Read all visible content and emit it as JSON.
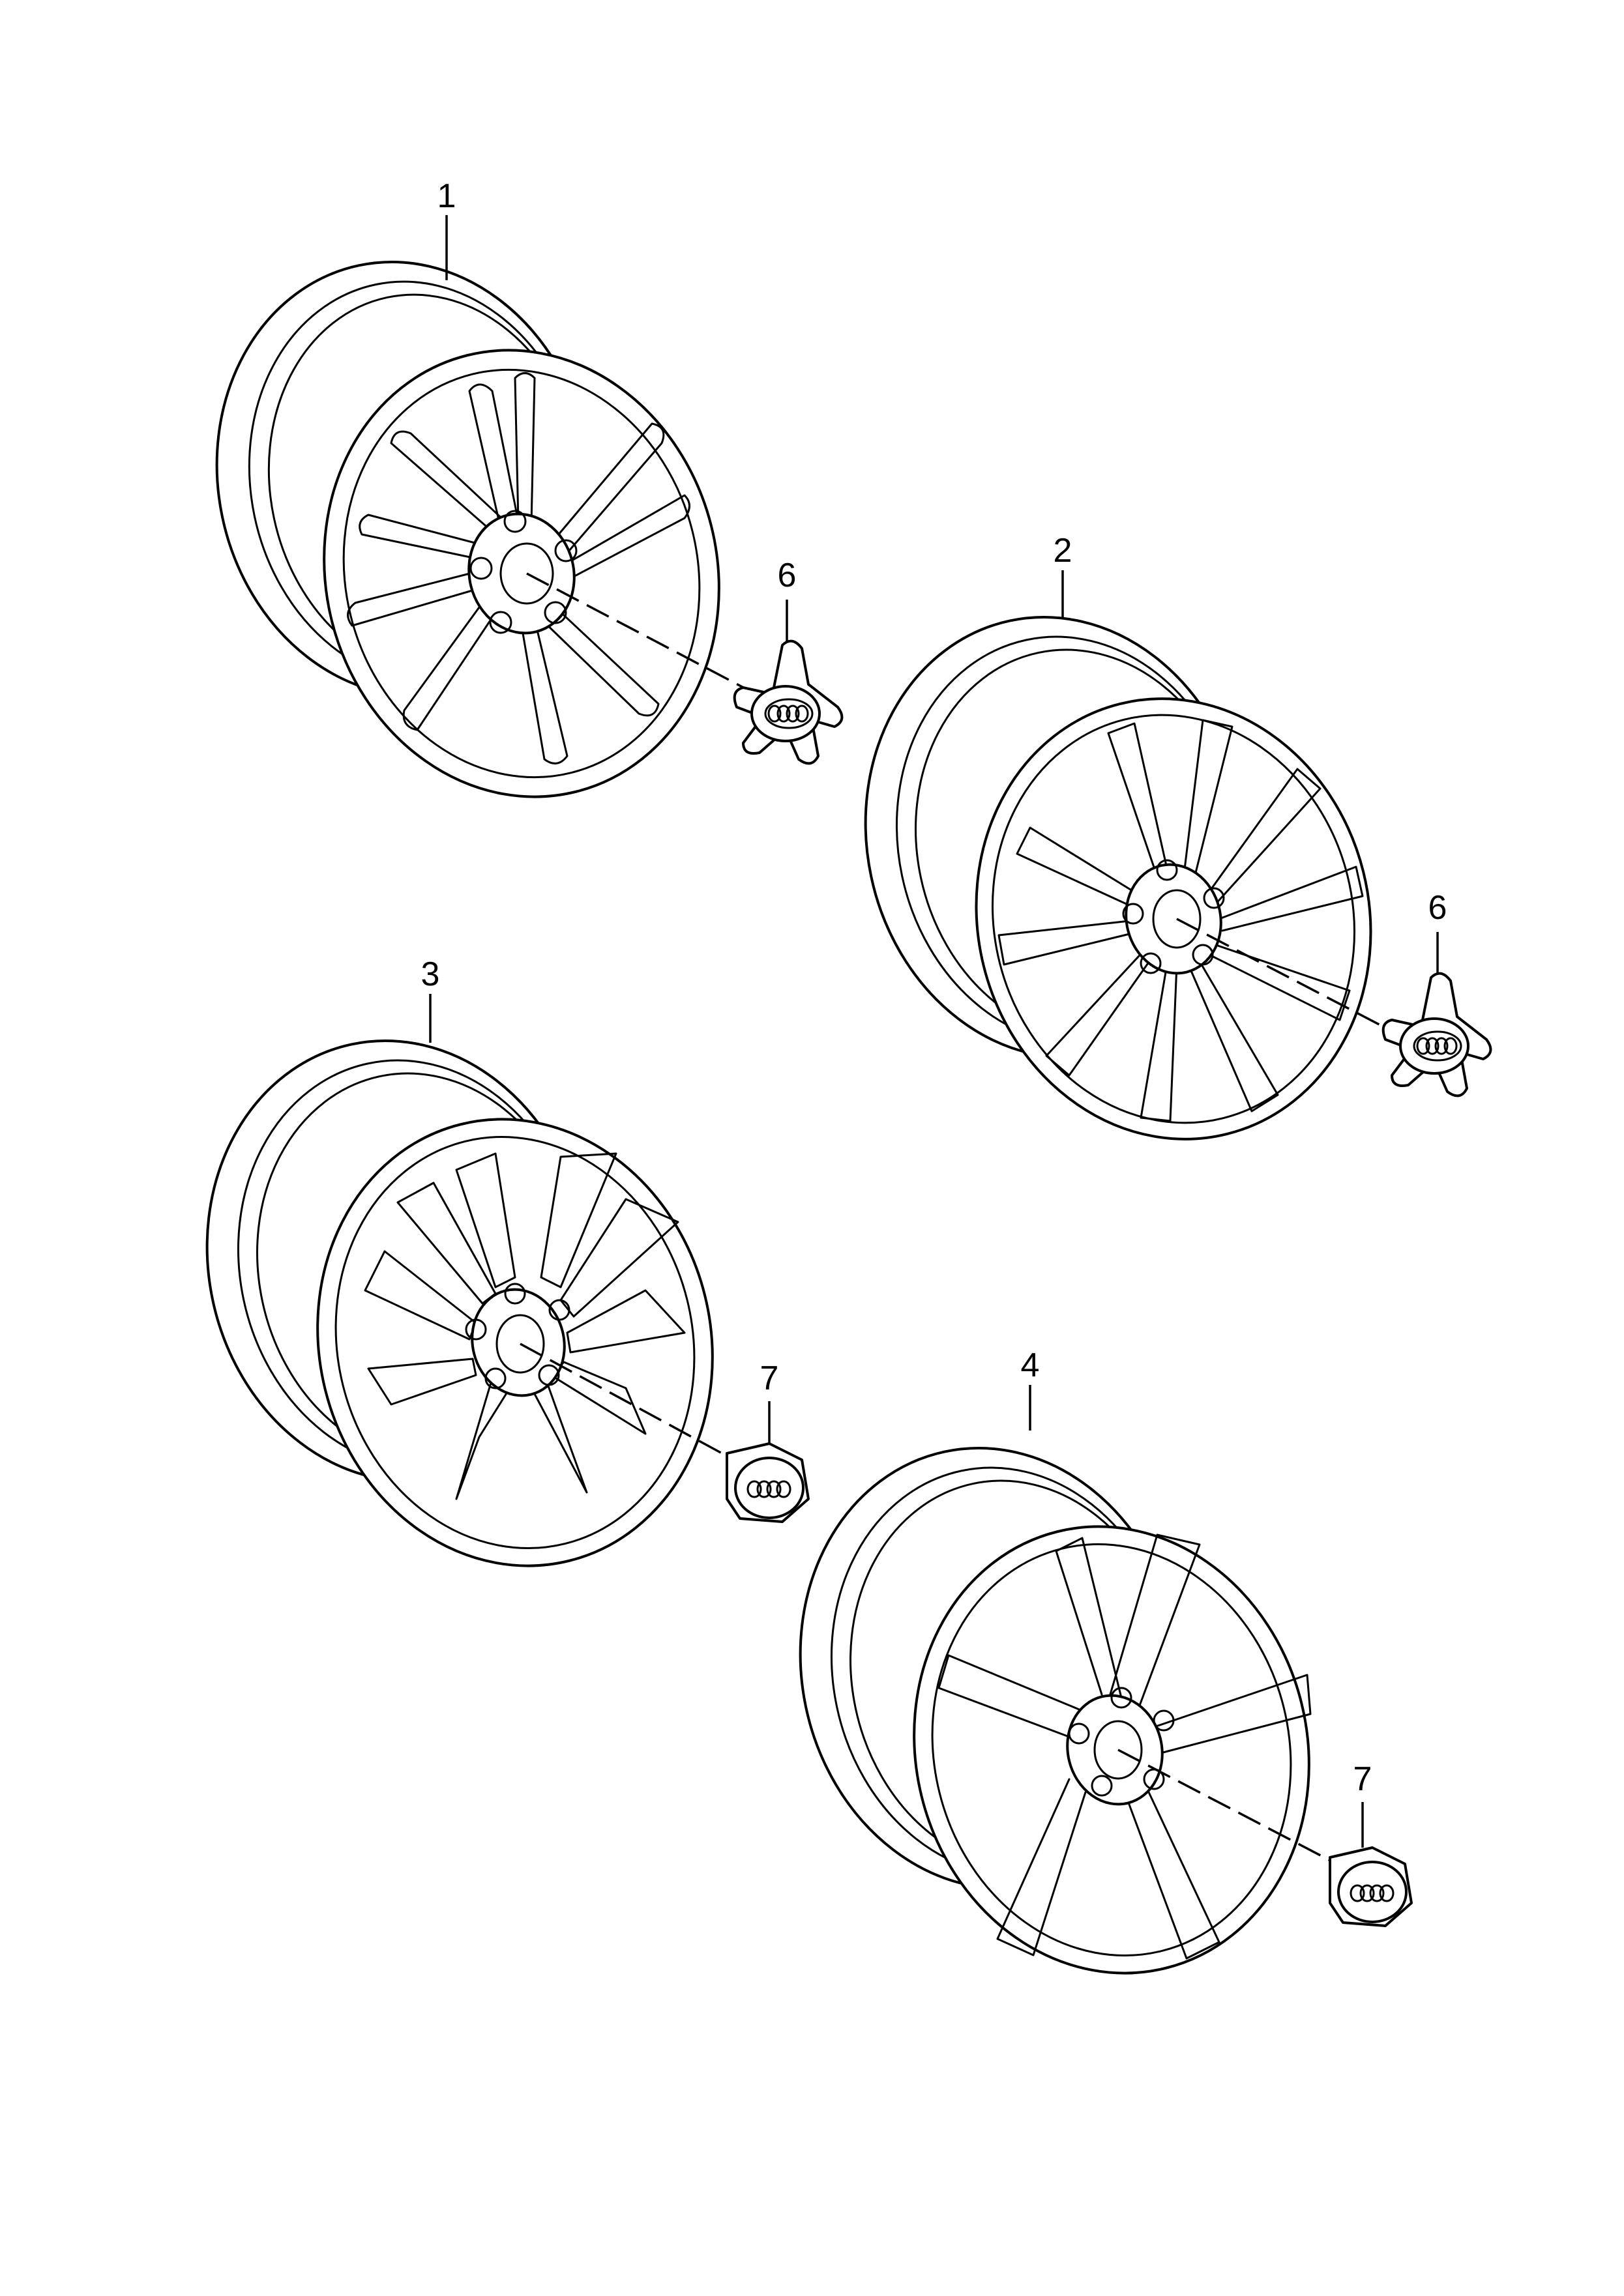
{
  "callouts": {
    "wheel_1": "1",
    "wheel_2": "2",
    "wheel_3": "3",
    "wheel_4": "4",
    "cap_6a": "6",
    "cap_6b": "6",
    "cap_7a": "7",
    "cap_7b": "7"
  },
  "colors": {
    "line": "#000000",
    "background": "#ffffff"
  }
}
